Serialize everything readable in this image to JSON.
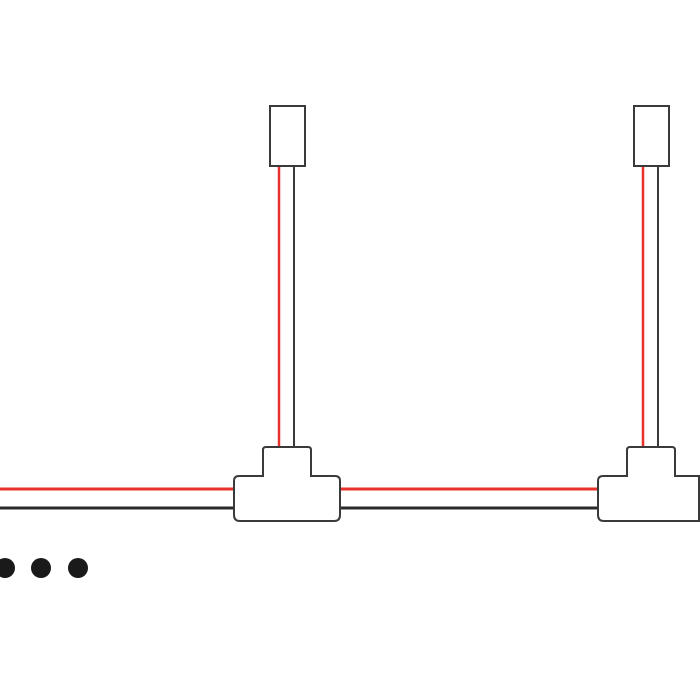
{
  "diagram": {
    "background": "#ffffff",
    "wire_colors": {
      "positive": "#e8312a",
      "negative": "#2a2a2a",
      "outline": "#3a3a3a"
    },
    "continuation_marker": {
      "count": 3,
      "color": "#1a1a1a"
    },
    "connectors": [
      {
        "id": "t-connector-1",
        "type": "t-connector",
        "has_end_cap": true
      },
      {
        "id": "t-connector-2",
        "type": "t-connector",
        "has_end_cap": true
      }
    ]
  }
}
